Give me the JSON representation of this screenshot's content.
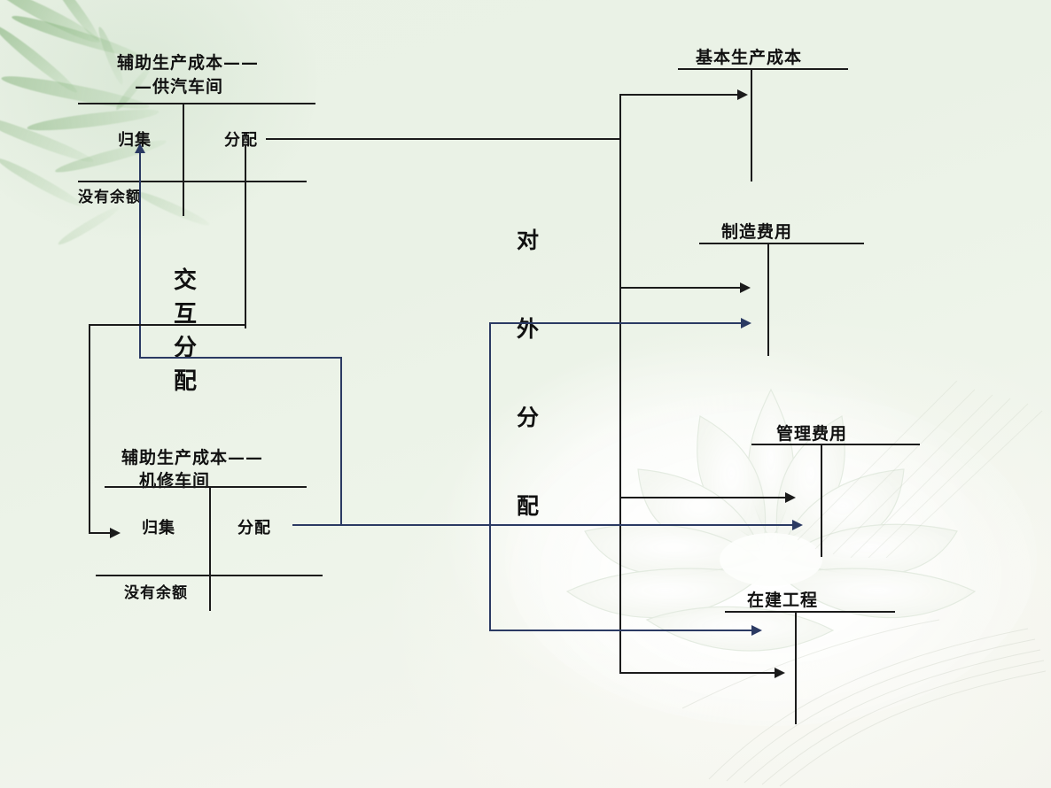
{
  "diagram": {
    "title_semantics": "auxiliary-production-cost-allocation-t-account-diagram",
    "colors": {
      "black_line": "#1b1b1b",
      "blue_line": "#2b3a63",
      "background": "#eaf2e6",
      "text": "#111111"
    }
  },
  "left_accounts": [
    {
      "id": "steam-workshop",
      "title_line1": "辅助生产成本——",
      "title_line2": "—供汽车间",
      "debit_label": "归集",
      "credit_label": "分配",
      "balance_label": "没有余额"
    },
    {
      "id": "repair-workshop",
      "title_line1": "辅助生产成本——",
      "title_line2": "机修车间",
      "debit_label": "归集",
      "credit_label": "分配",
      "balance_label": "没有余额"
    }
  ],
  "middle_labels": {
    "reciprocal": {
      "chars": [
        "交",
        "互",
        "分",
        "配"
      ],
      "text": "交互分配"
    },
    "external": {
      "chars": [
        "对",
        "外",
        "分",
        "配"
      ],
      "text": "对外分配"
    }
  },
  "right_accounts": [
    {
      "id": "basic-production-cost",
      "title": "基本生产成本"
    },
    {
      "id": "manufacturing-overhead",
      "title": "制造费用"
    },
    {
      "id": "administrative-expense",
      "title": "管理费用"
    },
    {
      "id": "construction-in-progress",
      "title": "在建工程"
    }
  ]
}
